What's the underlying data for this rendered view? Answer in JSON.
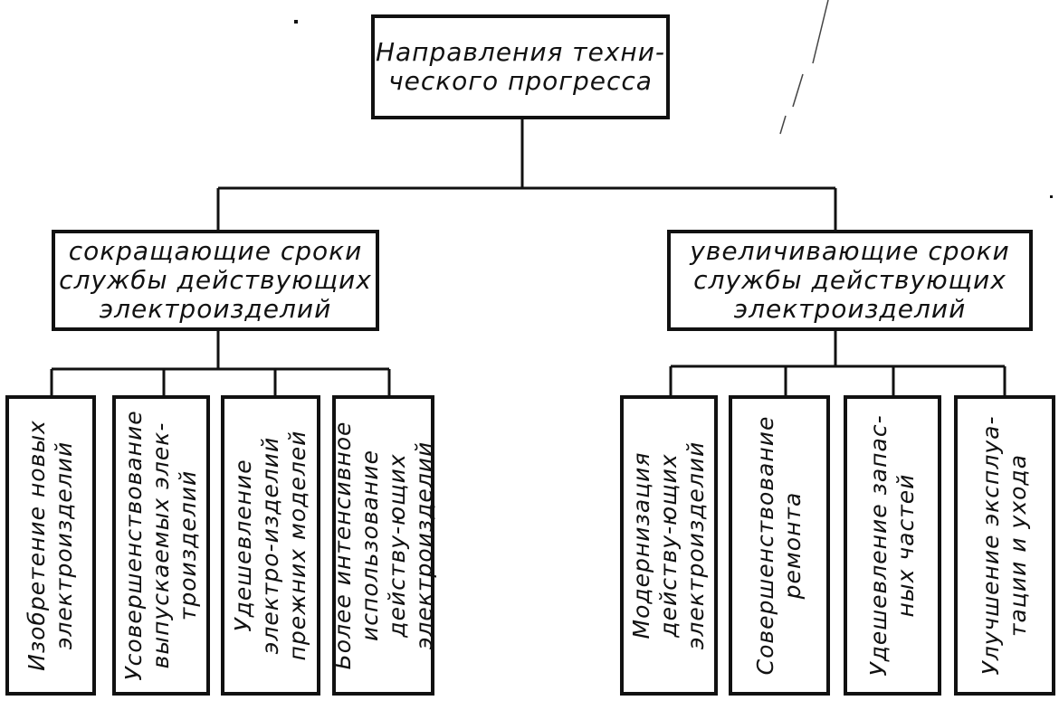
{
  "diagram": {
    "root": {
      "label": "Направления техни-ческого прогресса"
    },
    "categories": [
      {
        "label": "сокращающие сроки службы действующих электроизделий",
        "items": [
          "Изобретение новых электроизделий",
          "Усовершенствование выпускаемых элек-троизделий",
          "Удешевление электро-изделий прежних моделей",
          "Более интенсивное использование действу-ющих электроизделий"
        ]
      },
      {
        "label": "увеличивающие сроки службы действующих электроизделий",
        "items": [
          "Модернизация действу-ющих электроизделий",
          "Совершенствование ремонта",
          "Удешевление запас-ных частей",
          "Улучшение эксплуа-тации и ухода"
        ]
      }
    ]
  }
}
